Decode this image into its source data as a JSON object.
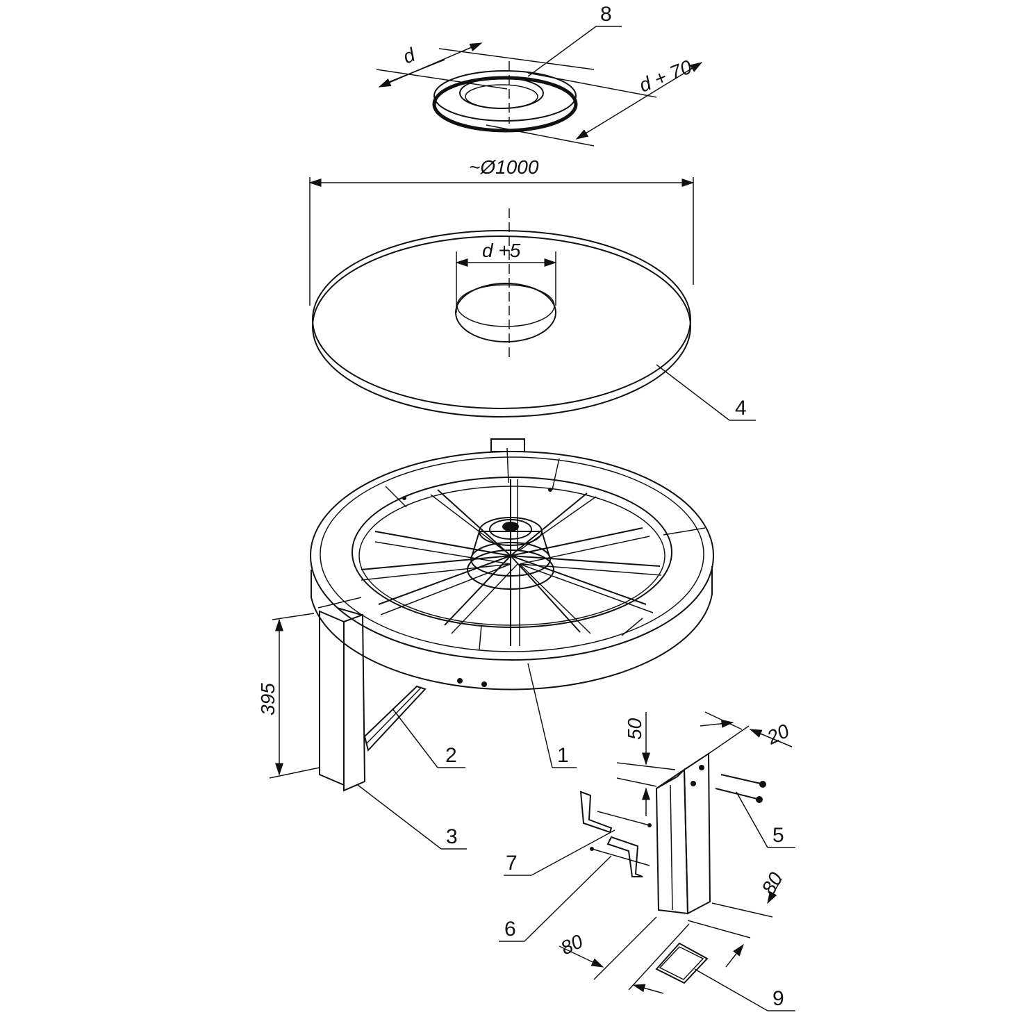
{
  "callouts": {
    "c1": "1",
    "c2": "2",
    "c3": "3",
    "c4": "4",
    "c5": "5",
    "c6": "6",
    "c7": "7",
    "c8": "8",
    "c9": "9"
  },
  "dimensions": {
    "ring_inner": "d",
    "ring_outer": "d + 70",
    "top_diameter": "~Ø1000",
    "hole": "d +5",
    "leg_height": "395",
    "bracket_top": "50",
    "bracket_width": "20",
    "base_depth": "80",
    "base_width": "80"
  },
  "colors": {
    "ink": "#111111",
    "fill": "#d9d9d9",
    "paper": "#ffffff"
  }
}
